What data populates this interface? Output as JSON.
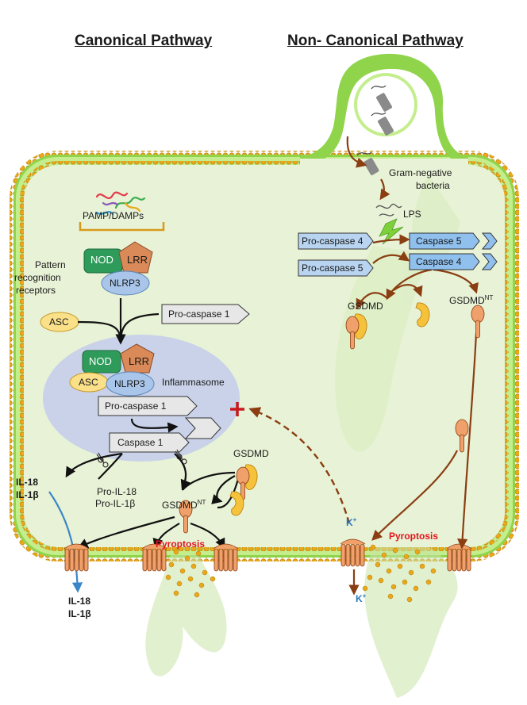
{
  "titles": {
    "canonical": "Canonical Pathway",
    "noncanonical": "Non- Canonical Pathway"
  },
  "canonical": {
    "pamp_label": "PAMP/DAMPs",
    "nod": "NOD",
    "lrr": "LRR",
    "nlrp3": "NLRP3",
    "prr_label": [
      "Pattern",
      "recognition",
      "receptors"
    ],
    "asc": "ASC",
    "pro_caspase_1": "Pro-caspase 1",
    "inflammasome": "Inflammasome",
    "caspase_1": "Caspase 1",
    "gsdmd": "GSDMD",
    "gsdmd_nt": "GSDMD",
    "gsdmd_nt_sup": "NT",
    "pro_il18": "Pro-IL-18",
    "pro_il1b": "Pro-IL-1β",
    "il18": "IL-18",
    "il1b": "IL-1β",
    "pyroptosis": "Pyroptosis",
    "plus_sign": "+"
  },
  "noncanonical": {
    "gram_negative": [
      "Gram-negative",
      "bacteria"
    ],
    "lps": "LPS",
    "pro_caspase_4": "Pro-caspase 4",
    "pro_caspase_5": "Pro-caspase 5",
    "caspase_5": "Caspase 5",
    "caspase_4": "Caspase 4",
    "gsdmd": "GSDMD",
    "gsdmd_nt": "GSDMD",
    "gsdmd_nt_sup": "NT",
    "k_plus_in": "K",
    "k_plus_out": "K",
    "k_sup": "+",
    "pyroptosis": "Pyroptosis"
  },
  "colors": {
    "membrane_green": "#8fd44a",
    "membrane_dark": "#5ba82c",
    "head_gold": "#e8a81a",
    "cytoplasm": "#e8f2d6",
    "inflammasome_bg": "#c9d2e9",
    "nod_green": "#2e9b5a",
    "lrr_orange": "#d98a58",
    "nlrp3_blue": "#a9c6ea",
    "asc_yellow": "#fbe08a",
    "arrow_brown": "#8a3e12",
    "il_blue": "#3a86c8",
    "pyroptosis_red": "#e0161b",
    "channel_orange": "#f0a06a",
    "caspase_blue": "#b8d4f0"
  },
  "icons": [
    "scissors-icon",
    "scissors-icon",
    "lightning-icon",
    "plus-icon"
  ]
}
